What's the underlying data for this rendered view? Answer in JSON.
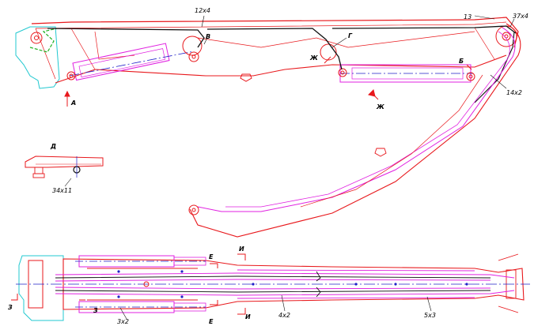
{
  "labels": {
    "hose_12x4": "12x4",
    "view_v": "В",
    "view_g": "Г",
    "hose_13": "13",
    "hose_37x4": "37x4",
    "view_zh_top": "Ж",
    "view_b": "Б",
    "hose_14x2": "14x2",
    "view_zh_bottom": "Ж",
    "view_a": "А",
    "detail_d": "Д",
    "hose_34x11": "34x11",
    "view_e_top": "Е",
    "view_e_bottom": "Е",
    "view_i_top": "И",
    "view_i_bottom": "И",
    "view_z_left": "З",
    "view_z_right": "З",
    "hose_3x2": "3x2",
    "hose_4x2": "4x2",
    "hose_5x3": "5x3"
  },
  "colors": {
    "structure": "#e8181c",
    "hydraulic": "#e020e0",
    "hose": "#111111",
    "centerline": "#2020c8",
    "bracket": "#20c8d0",
    "hose_green": "#20b020"
  }
}
